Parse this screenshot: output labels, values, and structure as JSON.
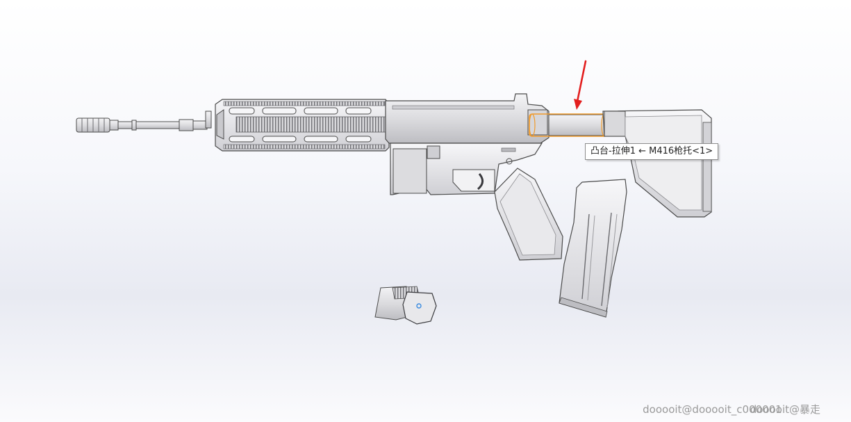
{
  "tooltip": {
    "text": "凸台-拉伸1 ← M416枪托<1>"
  },
  "watermark": {
    "part1": "dooooit@dooooit_c000001",
    "part2": "dooooit@暴走"
  },
  "colors": {
    "highlight": "#f09a2a",
    "arrow": "#e31e1e",
    "part_fill": "#e3e3e5",
    "part_edge": "#4a4a4a"
  },
  "icons": {
    "arrow": "arrow-down-icon"
  }
}
